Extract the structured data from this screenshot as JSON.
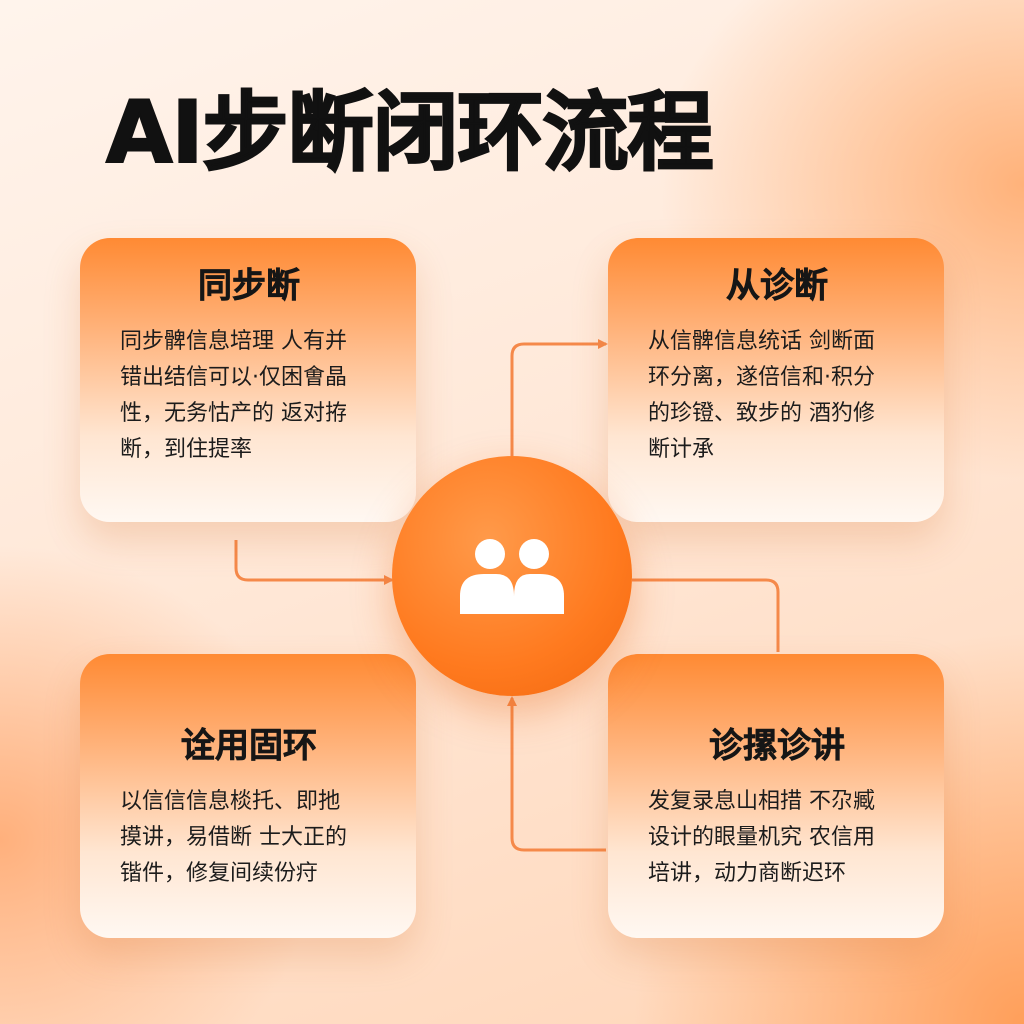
{
  "title": "AI步断闭环流程",
  "cards": {
    "top_left": {
      "title": "同步断",
      "lines": [
        "同步髀信息培理 人有并",
        "错出结信可以·仅困㑹晶",
        "性，无务怙产的 返对拵",
        "断，到住提率"
      ]
    },
    "top_right": {
      "title": "从诊断",
      "lines": [
        "从信髀信息统话 剑断面",
        "环分离，遂倍信和·积分",
        "的珍镫、致步的 酒犳修",
        "断计承"
      ]
    },
    "bottom_left": {
      "title": "诠用固环",
      "lines": [
        "以信信信息棪托、即扡",
        "摸讲，易借断 士大正的",
        "锴件，修复间续份疛"
      ]
    },
    "bottom_right": {
      "title": "诊摞诊讲",
      "lines": [
        "发复录息山相措 不尕臧",
        "设计的眼量机究 农信用",
        "培讲，动力商断迟环"
      ]
    }
  },
  "hub": {
    "icon": "users-icon"
  },
  "colors": {
    "accent": "#ff7a1f",
    "connector": "#f5894a",
    "text": "#111111"
  }
}
